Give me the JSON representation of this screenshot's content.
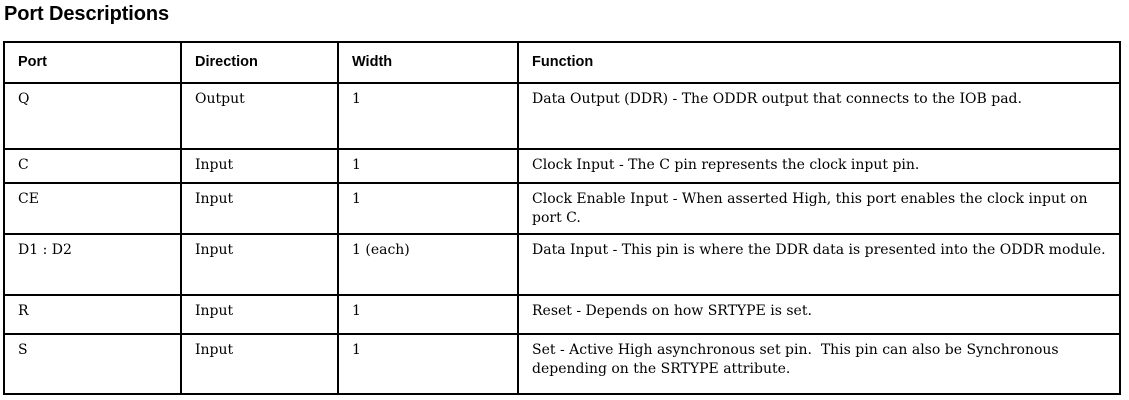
{
  "page_title": "Port Descriptions",
  "table": {
    "columns": [
      {
        "key": "port",
        "label": "Port"
      },
      {
        "key": "direction",
        "label": "Direction"
      },
      {
        "key": "width",
        "label": "Width"
      },
      {
        "key": "function",
        "label": "Function"
      }
    ],
    "rows": [
      {
        "port": "Q",
        "direction": "Output",
        "width": "1",
        "function": "Data Output (DDR) - The ODDR output that connects to the IOB pad."
      },
      {
        "port": "C",
        "direction": "Input",
        "width": "1",
        "function": "Clock Input - The C pin represents the clock input pin."
      },
      {
        "port": "CE",
        "direction": "Input",
        "width": "1",
        "function": "Clock Enable Input - When asserted High, this port enables the clock input on port C."
      },
      {
        "port": "D1 : D2",
        "direction": "Input",
        "width": "1 (each)",
        "function": "Data Input - This pin is where the DDR data is presented into the ODDR module."
      },
      {
        "port": "R",
        "direction": "Input",
        "width": "1",
        "function": "Reset - Depends on how SRTYPE is set."
      },
      {
        "port": "S",
        "direction": "Input",
        "width": "1",
        "function": "Set - Active High asynchronous set pin.  This pin can also be Synchronous depending on the SRTYPE attribute."
      }
    ]
  },
  "colors": {
    "text": "#000000",
    "border": "#000000",
    "background": "#ffffff"
  }
}
